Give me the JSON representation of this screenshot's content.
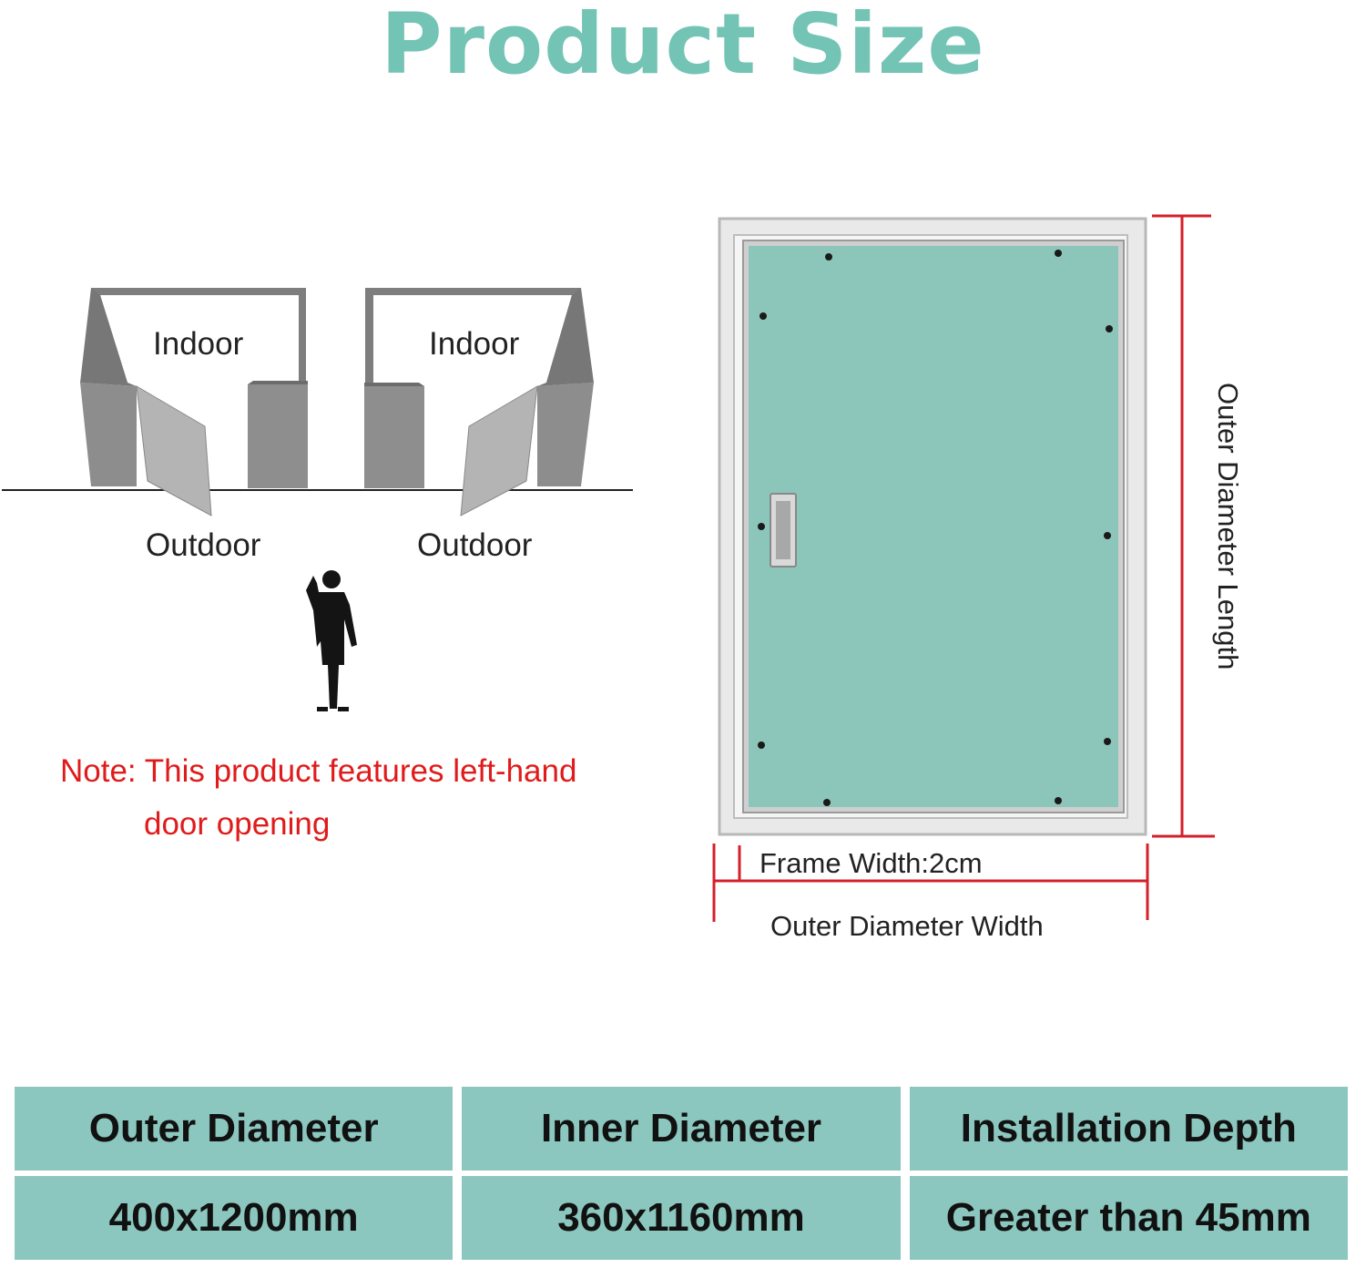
{
  "title": "Product Size",
  "diagram": {
    "left_indoor": "Indoor",
    "right_indoor": "Indoor",
    "left_outdoor": "Outdoor",
    "right_outdoor": "Outdoor"
  },
  "note": {
    "line1": "Note: This product features left-hand",
    "line2": "door opening"
  },
  "dimensions": {
    "frame_width": "Frame Width:2cm",
    "outer_width": "Outer Diameter Width",
    "outer_length": "Outer Diameter Length"
  },
  "specs": {
    "headers": [
      "Outer Diameter",
      "Inner Diameter",
      "Installation Depth"
    ],
    "values": [
      "400x1200mm",
      "360x1160mm",
      "Greater than 45mm"
    ]
  },
  "colors": {
    "title": "#74c4b6",
    "panel": "#8cc6ba",
    "table_cell": "#8bc7bf",
    "note": "#e01b1b",
    "dimension_line": "#d4202a",
    "wall": "#8a8a8a"
  }
}
